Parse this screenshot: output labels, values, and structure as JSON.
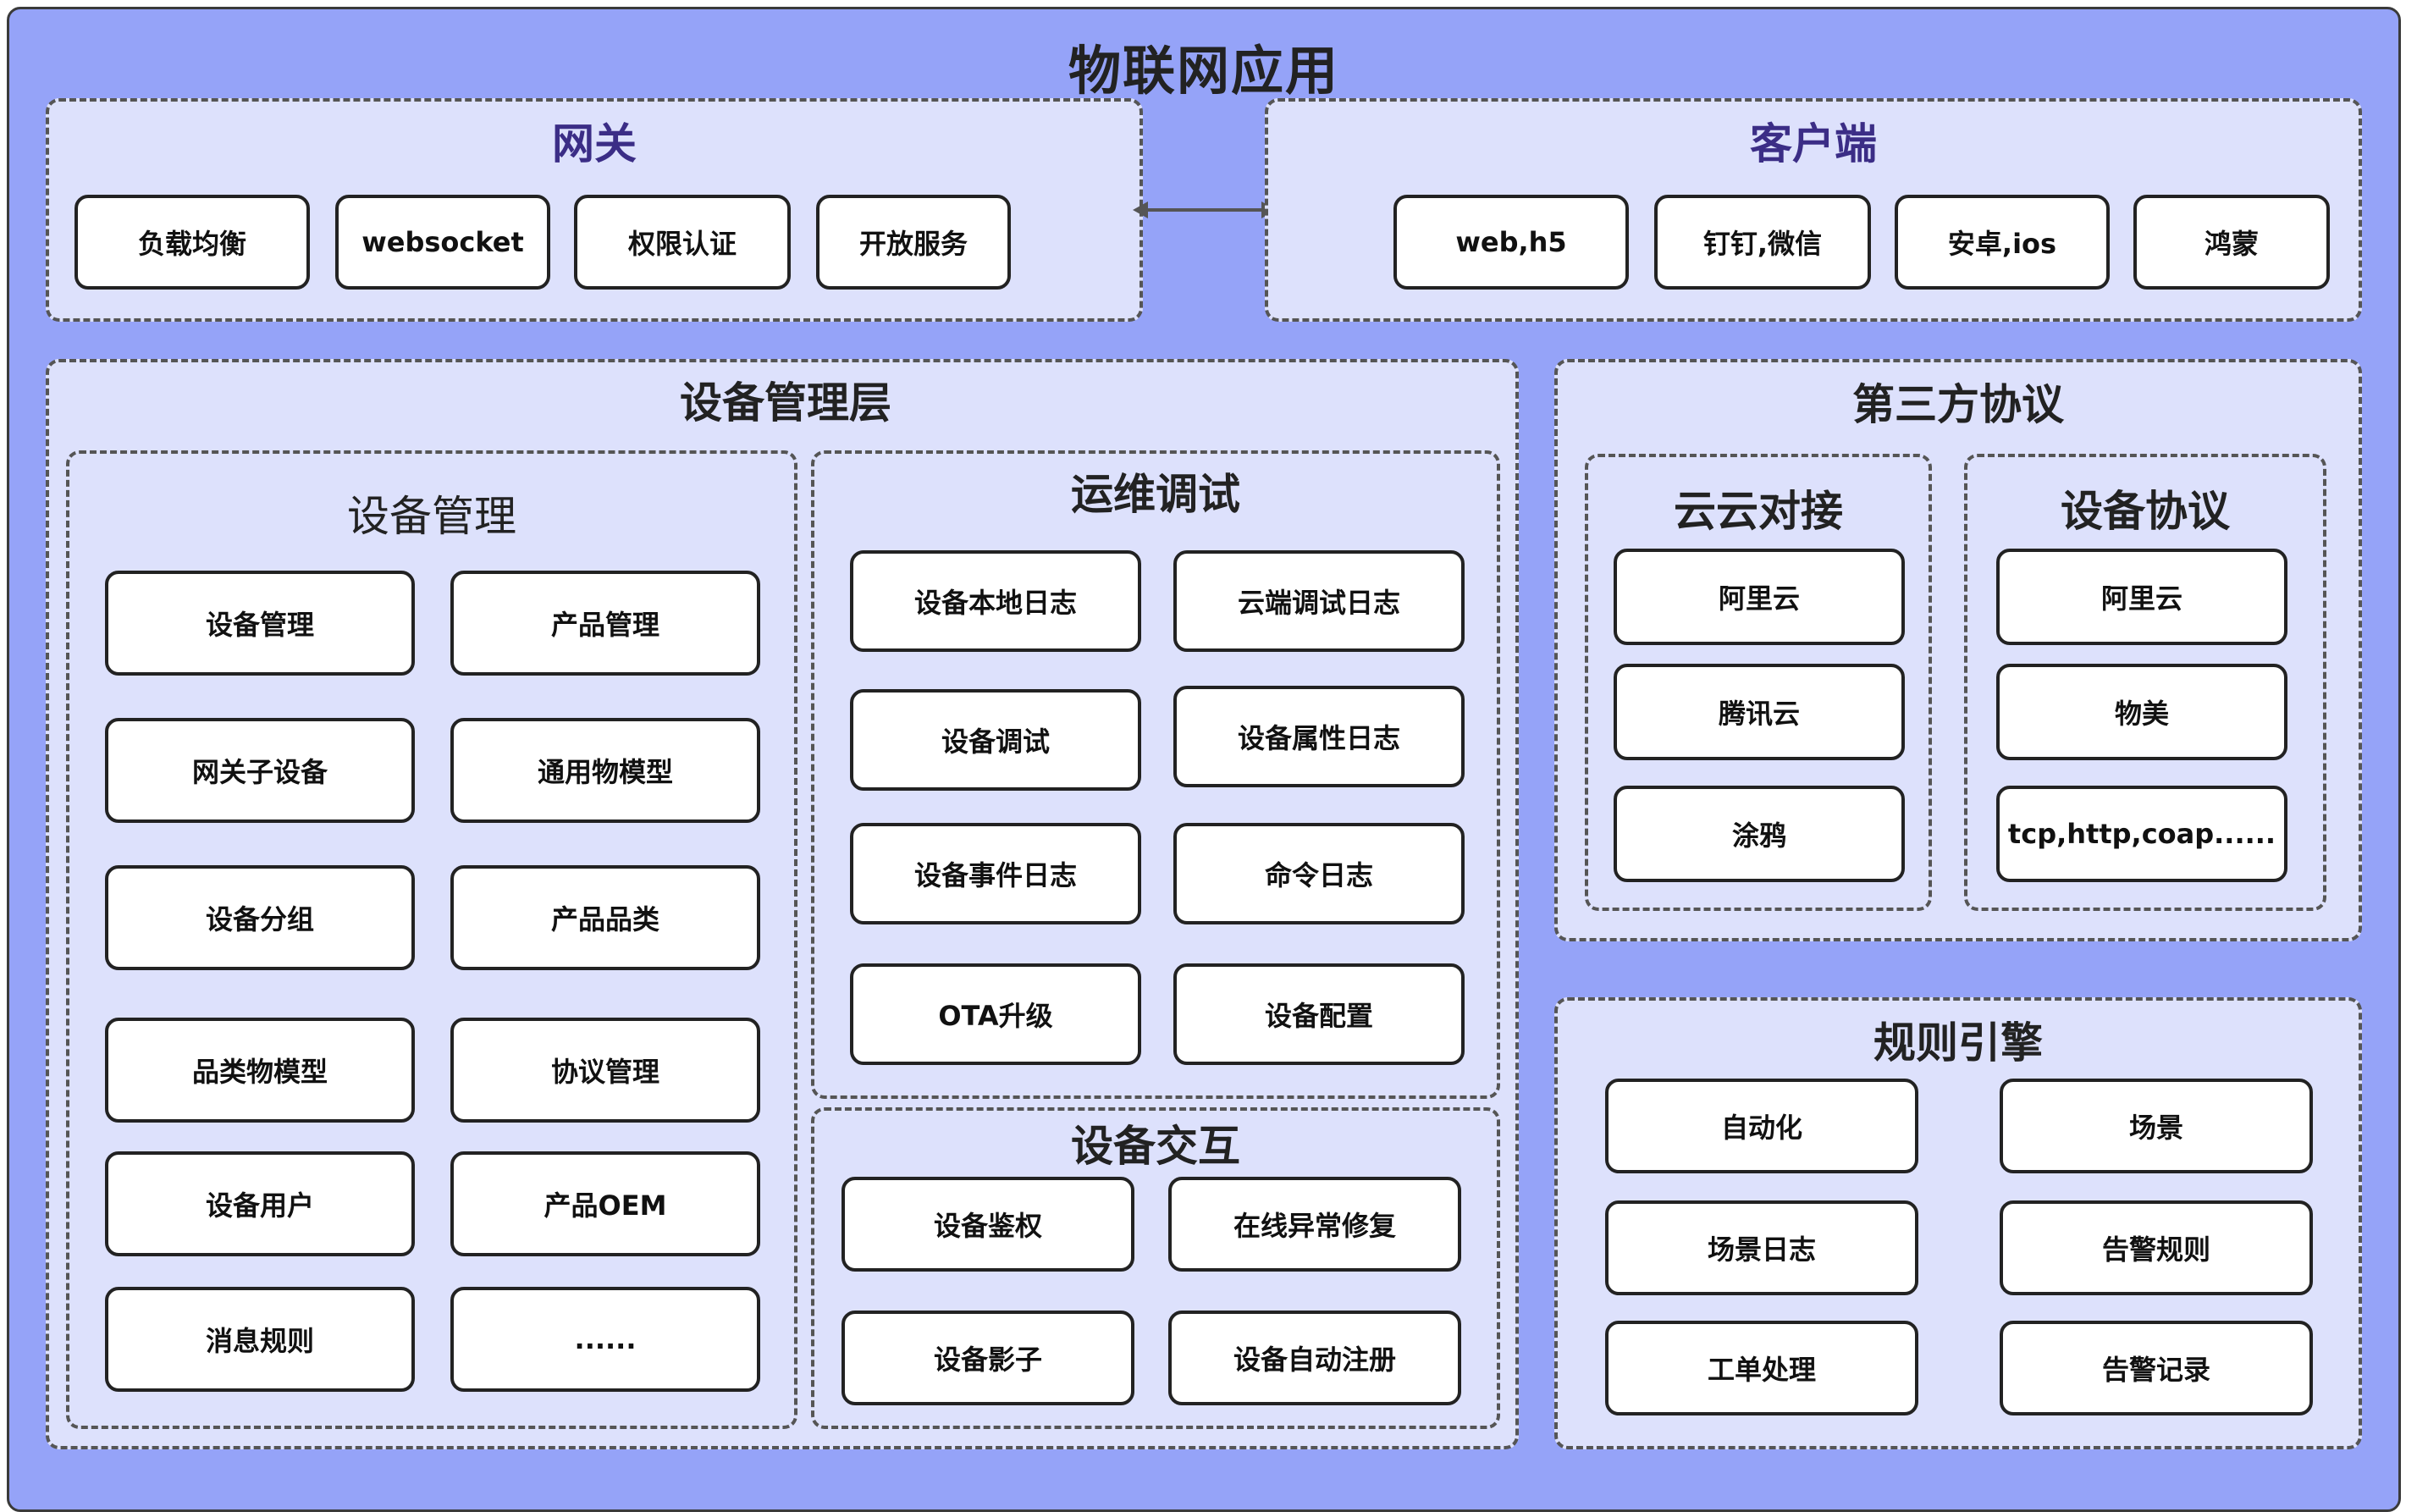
{
  "title": "物联网应用",
  "gateway": {
    "title": "网关",
    "items": [
      "负载均衡",
      "websocket",
      "权限认证",
      "开放服务"
    ]
  },
  "client": {
    "title": "客户端",
    "items": [
      "web,h5",
      "钉钉,微信",
      "安卓,ios",
      "鸿蒙"
    ]
  },
  "device_mgmt_layer": {
    "title": "设备管理层",
    "device_management": {
      "title": "设备管理",
      "items": [
        "设备管理",
        "产品管理",
        "网关子设备",
        "通用物模型",
        "设备分组",
        "产品品类",
        "品类物模型",
        "协议管理",
        "设备用户",
        "产品OEM",
        "消息规则",
        "......"
      ]
    },
    "ops_debug": {
      "title": "运维调试",
      "items": [
        "设备本地日志",
        "云端调试日志",
        "设备调试",
        "设备属性日志",
        "设备事件日志",
        "命令日志",
        "OTA升级",
        "设备配置"
      ]
    },
    "device_interaction": {
      "title": "设备交互",
      "items": [
        "设备鉴权",
        "在线异常修复",
        "设备影子",
        "设备自动注册"
      ]
    }
  },
  "third_party": {
    "title": "第三方协议",
    "cloud": {
      "title": "云云对接",
      "items": [
        "阿里云",
        "腾讯云",
        "涂鸦"
      ]
    },
    "device_protocol": {
      "title": "设备协议",
      "items": [
        "阿里云",
        "物美",
        "tcp,http,coap......"
      ]
    }
  },
  "rules_engine": {
    "title": "规则引擎",
    "items": [
      "自动化",
      "场景",
      "场景日志",
      "告警规则",
      "工单处理",
      "告警记录"
    ]
  },
  "colors": {
    "background": "#95a3f8",
    "panel": "#dde1fc",
    "box": "#ffffff",
    "accent_title": "#3b2d86"
  }
}
